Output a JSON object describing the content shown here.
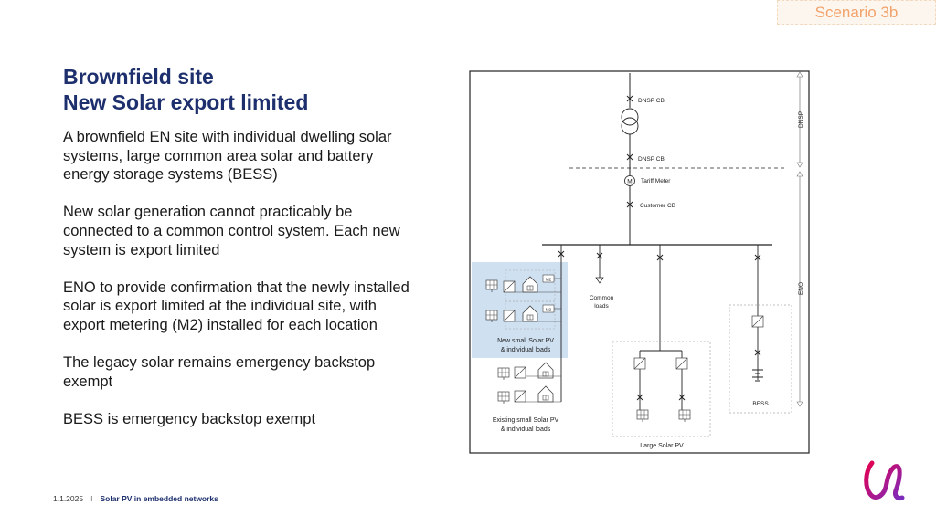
{
  "header": {
    "scenario": "Scenario 3b"
  },
  "title": {
    "line1": "Brownfield site",
    "line2": "New Solar export limited"
  },
  "paragraphs": [
    "A brownfield EN site with individual dwelling solar systems, large common area solar and battery energy storage systems (BESS)",
    "New solar generation cannot practicably be connected to a common control system.  Each new system is export limited",
    "ENO to provide confirmation that the newly installed solar is export limited at the individual site, with export metering (M2) installed for each location",
    "The legacy solar remains emergency backstop exempt",
    "BESS is emergency backstop exempt"
  ],
  "diagram": {
    "dnsp_cb_top": "DNSP CB",
    "dnsp_cb_bottom": "DNSP CB",
    "meter_symbol": "M",
    "tariff_meter": "Tariff Meter",
    "customer_cb": "Customer CB",
    "dnsp_label": "DNSP",
    "eno_label": "ENO",
    "common_loads_1": "Common",
    "common_loads_2": "loads",
    "new_solar_1": "New small Solar PV",
    "new_solar_2": "& individual loads",
    "existing_solar_1": "Existing small Solar PV",
    "existing_solar_2": "& individual loads",
    "large_solar": "Large Solar PV",
    "bess": "BESS",
    "m2_label": "M2"
  },
  "footer": {
    "date": "1.1.2025",
    "separator": "I",
    "topic": "Solar PV in embedded networks"
  },
  "colors": {
    "title": "#1d2f6d",
    "scenario": "#f2a26b",
    "highlight": "#cfe0f1",
    "logo_start": "#e4004f",
    "logo_end": "#7b2cbf"
  }
}
